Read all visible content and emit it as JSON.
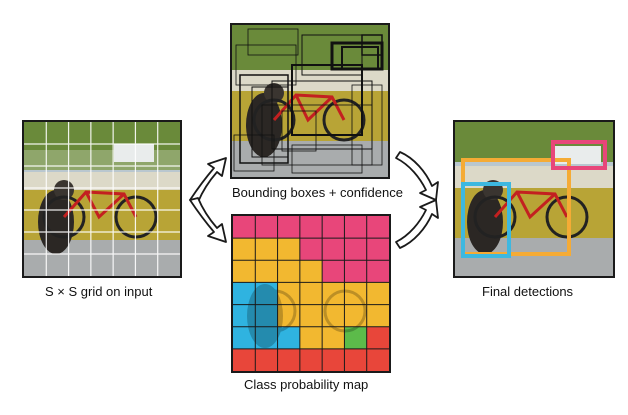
{
  "captions": {
    "grid_input": "S × S grid on input",
    "bounding_boxes": "Bounding boxes + confidence",
    "class_probability": "Class probability map",
    "final_detections": "Final detections"
  },
  "grid_size": 7,
  "colors": {
    "pink": "#e8467a",
    "yellow": "#f2b830",
    "blue": "#2fb3e0",
    "green": "#5cbb4a",
    "red": "#e8463a",
    "detection_pink": "#e8467a",
    "detection_yellow": "#f5ab35",
    "detection_blue": "#3db8e0"
  },
  "class_map": [
    [
      "pink",
      "pink",
      "pink",
      "pink",
      "pink",
      "pink",
      "pink"
    ],
    [
      "yellow",
      "yellow",
      "yellow",
      "pink",
      "pink",
      "pink",
      "pink"
    ],
    [
      "yellow",
      "yellow",
      "yellow",
      "yellow",
      "pink",
      "pink",
      "pink"
    ],
    [
      "blue",
      "blue",
      "yellow",
      "yellow",
      "yellow",
      "yellow",
      "yellow"
    ],
    [
      "blue",
      "blue",
      "yellow",
      "yellow",
      "yellow",
      "yellow",
      "yellow"
    ],
    [
      "blue",
      "blue",
      "blue",
      "yellow",
      "yellow",
      "green",
      "red"
    ],
    [
      "red",
      "red",
      "red",
      "red",
      "red",
      "red",
      "red"
    ]
  ]
}
